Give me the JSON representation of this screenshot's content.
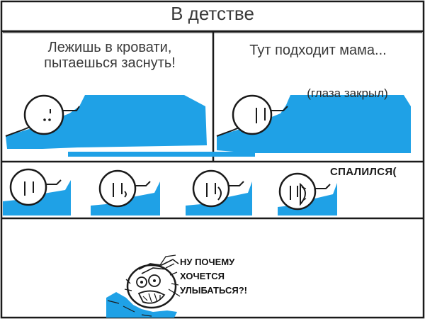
{
  "title": "В детстве",
  "panel_top_left": {
    "caption": "Лежишь в кровати,\nпытаешься заснуть!"
  },
  "panel_top_right": {
    "caption": "Тут подходит мама...",
    "note": "(глаза закрыл)"
  },
  "panel_middle": {
    "caption": "СПАЛИЛСЯ("
  },
  "panel_bottom": {
    "caption": "НУ ПОЧЕМУ\nХОЧЕТСЯ\nУЛЫБАТЬСЯ?!"
  },
  "colors": {
    "blanket": "#1fa1e6",
    "border": "#1a1a1a",
    "background": "#ffffff"
  }
}
